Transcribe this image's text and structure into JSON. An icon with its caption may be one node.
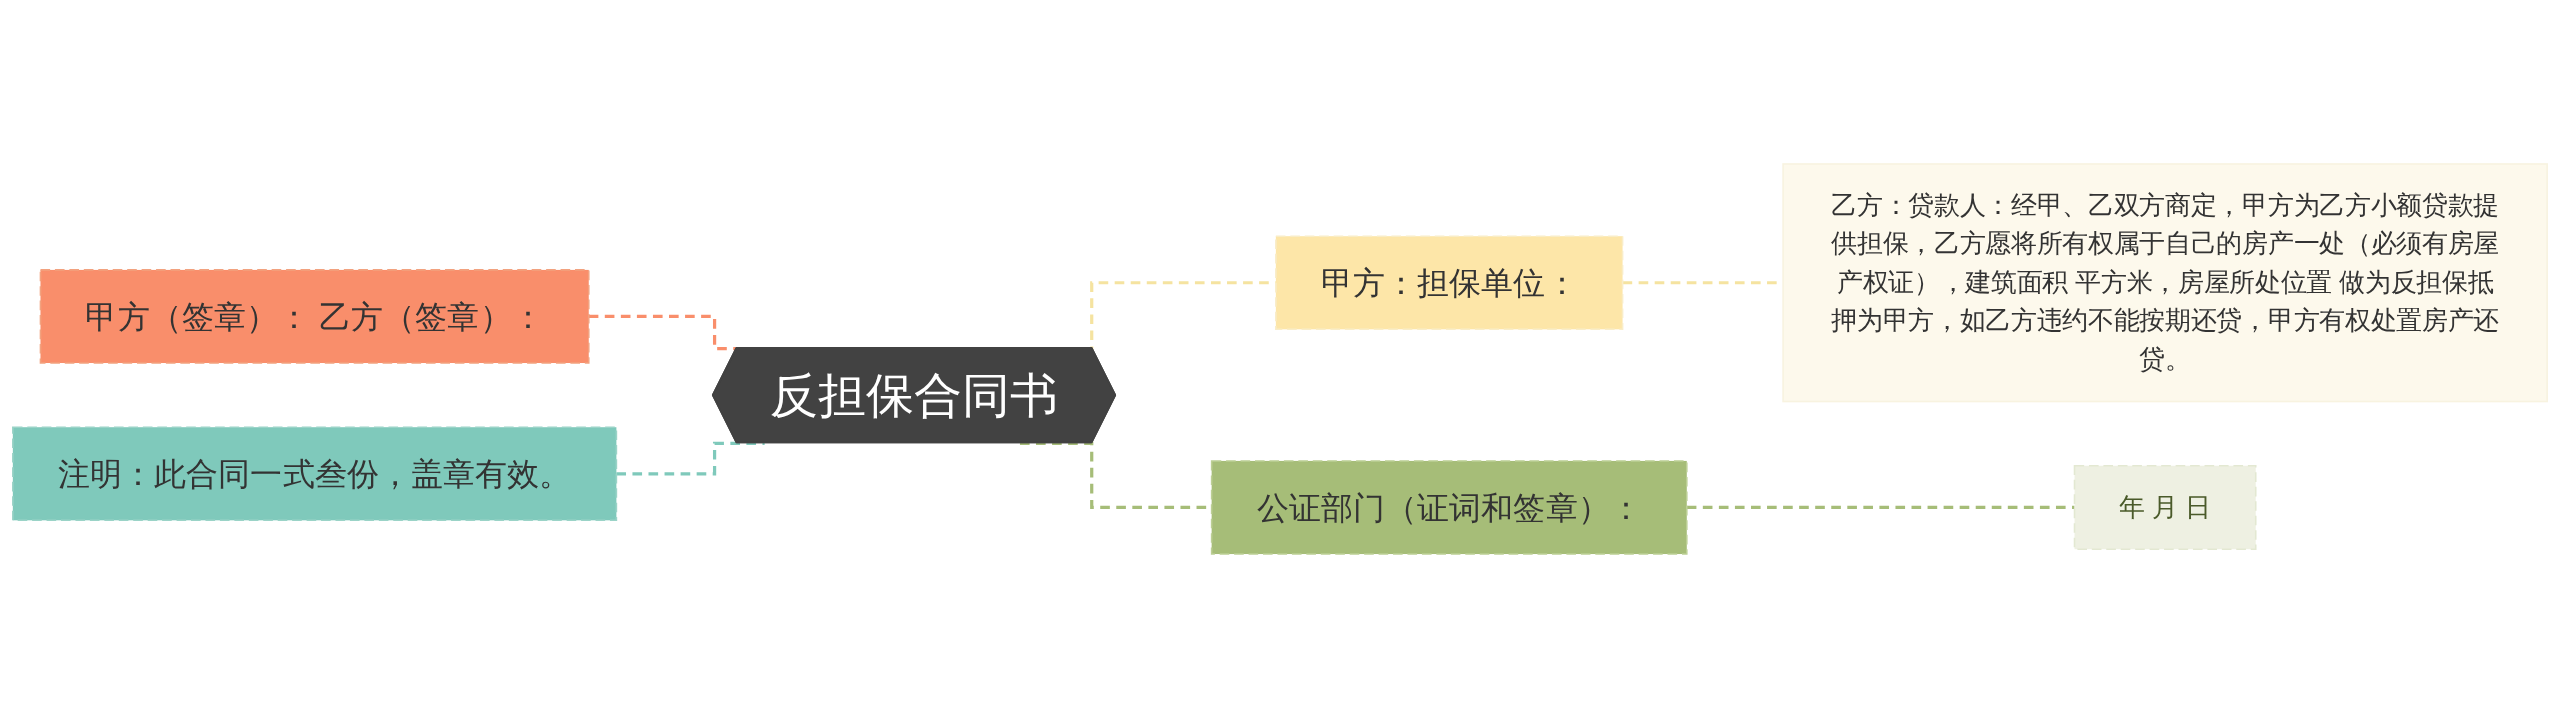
{
  "diagram": {
    "nodes": [
      {
        "text": [
          "反担保合同书"
        ]
      },
      {
        "text": [
          "甲方（签章）： 乙方（签章）："
        ]
      },
      {
        "text": [
          "注明：此合同一式叁份，盖章有效。"
        ]
      },
      {
        "text": [
          "甲方：担保单位："
        ]
      },
      {
        "text": [
          "乙方：贷款人：经甲、乙双方商定，甲方为乙方小额贷款提供担保，乙方愿将所有权属于自己的房产一处（必须有房屋产权证），建筑面积 平方米，房屋所处位置 做为反担保抵押为甲方，如乙方违约不能按期还贷，甲方有权处置房产还贷。"
        ]
      },
      {
        "text": [
          "公证部门（证词和签章）："
        ]
      },
      {
        "text": [
          "年 月 日"
        ]
      }
    ],
    "edges": [
      {
        "from": 1,
        "to": 0,
        "arrow": "none",
        "style": "dashed",
        "color": "#f98e6b"
      },
      {
        "from": 2,
        "to": 0,
        "arrow": "none",
        "style": "dashed",
        "color": "#7fc9bb"
      },
      {
        "from": 0,
        "to": 3,
        "arrow": "none",
        "style": "dashed",
        "color": "#f5e3a0"
      },
      {
        "from": 3,
        "to": 4,
        "arrow": "none",
        "style": "dashed",
        "color": "#f5e3a0"
      },
      {
        "from": 0,
        "to": 5,
        "arrow": "none",
        "style": "dashed",
        "color": "#a6bd78"
      },
      {
        "from": 5,
        "to": 6,
        "arrow": "none",
        "style": "dashed",
        "color": "#a6bd78"
      }
    ]
  }
}
